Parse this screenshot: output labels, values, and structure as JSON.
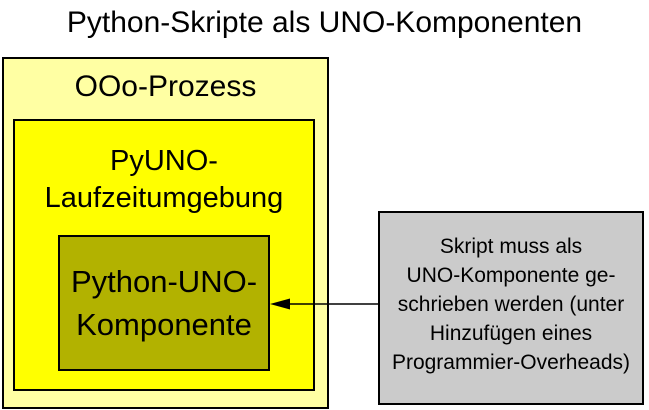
{
  "title": "Python-Skripte als UNO-Komponenten",
  "diagram": {
    "ooo_process": {
      "label": "OOo-Prozess"
    },
    "pyuno_runtime": {
      "label_line1": "PyUNO-",
      "label_line2": "Laufzeitumgebung"
    },
    "python_uno_component": {
      "label_line1": "Python-UNO-",
      "label_line2": "Komponente"
    },
    "note": {
      "lines": [
        "Skript muss als",
        "UNO-Komponente ge-",
        "schrieben werden (unter",
        "Hinzufügen eines",
        "Programmier-Overheads)"
      ]
    }
  },
  "colors": {
    "outer_box_fill": "#ffffa3",
    "runtime_box_fill": "#ffff00",
    "component_box_fill": "#b2b200",
    "note_box_fill": "#cbcbcb",
    "border": "#000000",
    "text": "#000000",
    "arrow": "#000000"
  }
}
